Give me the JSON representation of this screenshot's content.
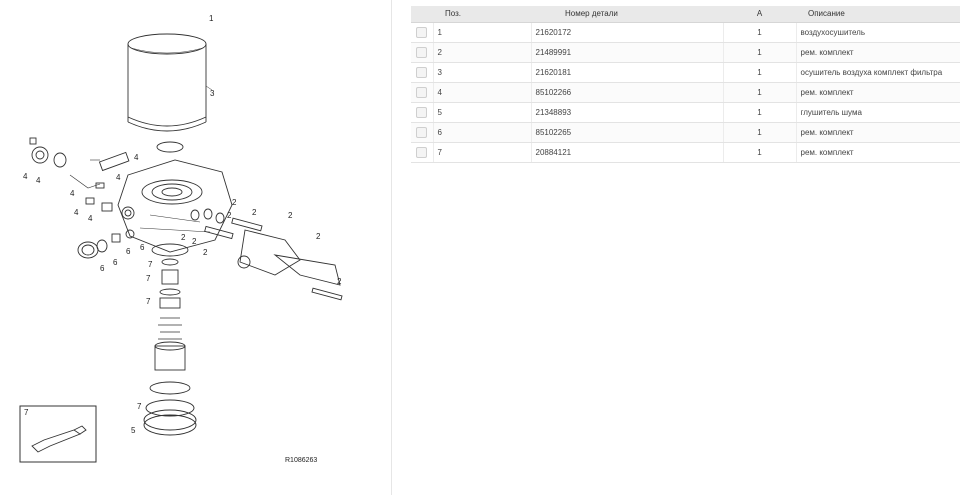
{
  "diagram": {
    "drawing_code": "R1086263",
    "inset_label": "7",
    "callouts": [
      "1",
      "3",
      "4",
      "4",
      "4",
      "4",
      "4",
      "4",
      "4",
      "6",
      "6",
      "6",
      "6",
      "7",
      "7",
      "7",
      "7",
      "5",
      "2",
      "2",
      "2",
      "2",
      "2",
      "2",
      "2",
      "2",
      "2"
    ]
  },
  "table": {
    "headers": {
      "check": "",
      "pos": "Поз.",
      "part_number": "Номер детали",
      "qty": "A",
      "description": "Описание"
    },
    "rows": [
      {
        "pos": "1",
        "part_number": "21620172",
        "qty": "1",
        "description": "воздухосушитель"
      },
      {
        "pos": "2",
        "part_number": "21489991",
        "qty": "1",
        "description": "рем. комплект"
      },
      {
        "pos": "3",
        "part_number": "21620181",
        "qty": "1",
        "description": "осушитель воздуха комплект фильтра"
      },
      {
        "pos": "4",
        "part_number": "85102266",
        "qty": "1",
        "description": "рем. комплект"
      },
      {
        "pos": "5",
        "part_number": "21348893",
        "qty": "1",
        "description": "глушитель шума"
      },
      {
        "pos": "6",
        "part_number": "85102265",
        "qty": "1",
        "description": "рем. комплект"
      },
      {
        "pos": "7",
        "part_number": "20884121",
        "qty": "1",
        "description": "рем. комплект"
      }
    ]
  }
}
